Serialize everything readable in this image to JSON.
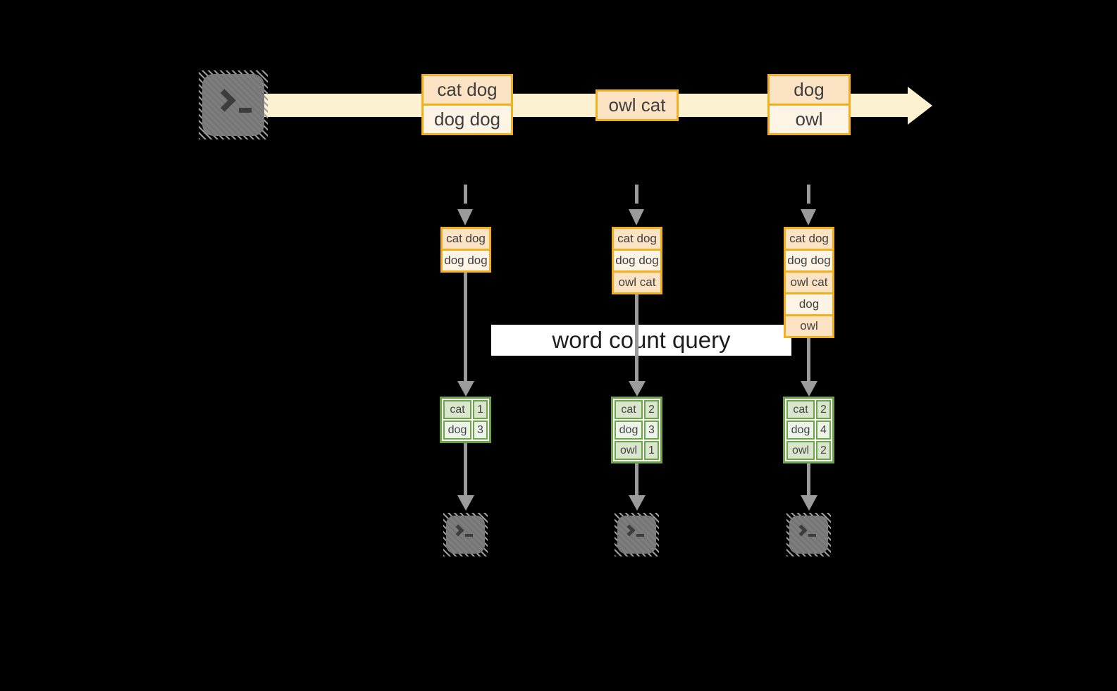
{
  "background_color": "#000000",
  "palette": {
    "stream_arrow": "#fcf1d0",
    "record_border": "#f2b01e",
    "record_fill_dark": "#fbe3c4",
    "record_fill_light": "#fdf4e6",
    "record_text": "#3f3f3f",
    "flow_arrow_gray": "#9b9b9b",
    "table_border": "#6ba746",
    "table_cell_dark": "#d9e5cc",
    "table_cell_light": "#eef3e9",
    "banner_background": "#ffffff",
    "banner_text": "#1e1e1e",
    "terminal_fill": "#7d7d7d"
  },
  "source": {
    "icon": "terminal-prompt"
  },
  "stream": {
    "batches": [
      {
        "records": [
          "cat dog",
          "dog dog"
        ]
      },
      {
        "records": [
          "owl cat"
        ]
      },
      {
        "records": [
          "dog",
          "owl"
        ]
      }
    ]
  },
  "query_banner": {
    "label": "word count query"
  },
  "columns": [
    {
      "stack": [
        "cat dog",
        "dog dog"
      ],
      "counts": [
        {
          "word": "cat",
          "count": "1"
        },
        {
          "word": "dog",
          "count": "3"
        }
      ]
    },
    {
      "stack": [
        "cat dog",
        "dog dog",
        "owl cat"
      ],
      "counts": [
        {
          "word": "cat",
          "count": "2"
        },
        {
          "word": "dog",
          "count": "3"
        },
        {
          "word": "owl",
          "count": "1"
        }
      ]
    },
    {
      "stack": [
        "cat dog",
        "dog dog",
        "owl cat",
        "dog",
        "owl"
      ],
      "counts": [
        {
          "word": "cat",
          "count": "2"
        },
        {
          "word": "dog",
          "count": "4"
        },
        {
          "word": "owl",
          "count": "2"
        }
      ]
    }
  ],
  "outputs": [
    {
      "icon": "terminal-prompt"
    },
    {
      "icon": "terminal-prompt"
    },
    {
      "icon": "terminal-prompt"
    }
  ]
}
